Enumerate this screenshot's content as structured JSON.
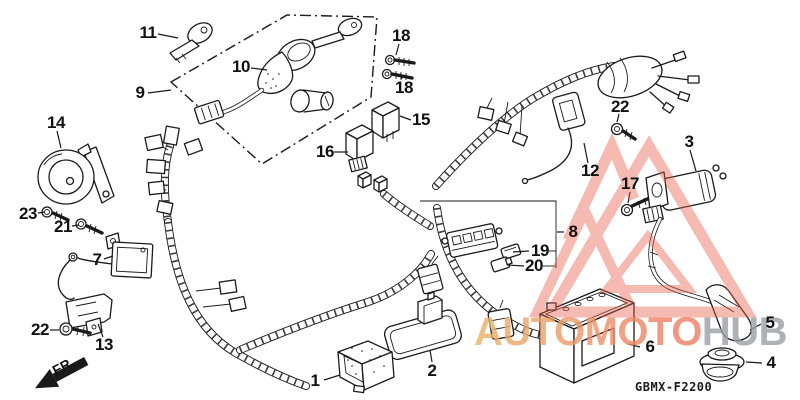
{
  "diagram": {
    "type": "exploded-parts-diagram",
    "subject": "wire-harness-ignition-system",
    "part_code": "GBMX-F2200",
    "orientation_label": "FR.",
    "callouts": [
      {
        "label": "11"
      },
      {
        "label": "10"
      },
      {
        "label": "9"
      },
      {
        "label": "18"
      },
      {
        "label": "18"
      },
      {
        "label": "15"
      },
      {
        "label": "16"
      },
      {
        "label": "14"
      },
      {
        "label": "22"
      },
      {
        "label": "12"
      },
      {
        "label": "3"
      },
      {
        "label": "17"
      },
      {
        "label": "23"
      },
      {
        "label": "21"
      },
      {
        "label": "7"
      },
      {
        "label": "8"
      },
      {
        "label": "19"
      },
      {
        "label": "20"
      },
      {
        "label": "22"
      },
      {
        "label": "13"
      },
      {
        "label": "1"
      },
      {
        "label": "2"
      },
      {
        "label": "6"
      },
      {
        "label": "5"
      },
      {
        "label": "4"
      }
    ]
  },
  "watermark": {
    "primary": "AUTOMOTO",
    "secondary": "HUB"
  },
  "colors": {
    "line_color": "#1a1a1a",
    "logo_red": "#e8604c",
    "watermark_auto": "#e9b46a",
    "watermark_moto": "#ee7e66",
    "watermark_hub": "#9aa0a4",
    "background": "#ffffff"
  }
}
